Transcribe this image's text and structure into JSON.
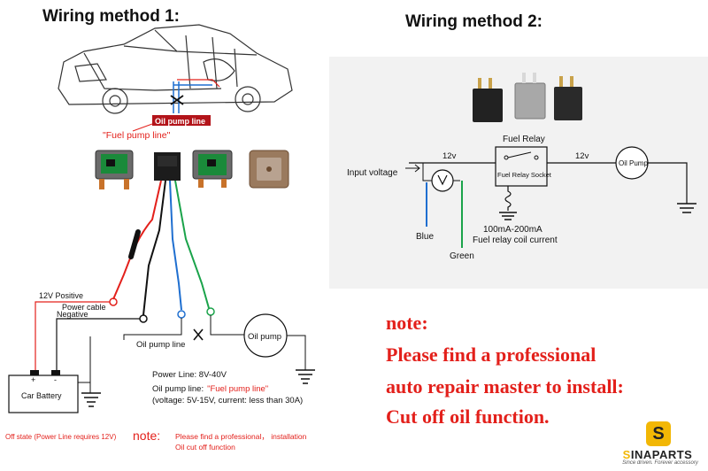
{
  "method1": {
    "title": "Wiring method 1:",
    "oil_pump_line_tag": "Oil pump line",
    "fuel_pump_line_quote": "\"Fuel pump line\"",
    "positive_12v": "12V Positive",
    "power_cable": "Power cable",
    "negative": "Negative",
    "oil_pump_line": "Oil pump line",
    "oil_pump": "Oil pump",
    "car_battery": "Car Battery",
    "plus": "+",
    "minus": "-",
    "power_line": "Power Line: 8V-40V",
    "oil_pump_line_label": "Oil pump line:",
    "fuel_pump_line_red": "\"Fuel pump line\"",
    "voltage_note": "(voltage: 5V-15V, current: less than 30A)",
    "off_state": "Off state (Power Line requires 12V)",
    "note_label": "note:",
    "note_text_1": "Please find a professional， installation",
    "note_text_2": "Oil cut off function"
  },
  "method2": {
    "title": "Wiring method 2:",
    "fuel_relay": "Fuel Relay",
    "input_voltage": "Input voltage",
    "v12_left": "12v",
    "v12_right": "12v",
    "fuel_relay_socket": "Fuel Relay Socket",
    "oil_pump": "Oil Pump",
    "current_range": "100mA-200mA",
    "coil_current": "Fuel relay coil current",
    "blue": "Blue",
    "green": "Green"
  },
  "note": {
    "title": "note:",
    "line1": "Please find a professional",
    "line2": "auto repair master to install:",
    "line3": "Cut off oil function."
  },
  "brand": {
    "mark": "S",
    "name_accent": "S",
    "name_rest": "INAPARTS",
    "tagline": "Since driven. Forever accessory"
  },
  "colors": {
    "red": "#e3201b",
    "blue": "#1f6fd0",
    "green": "#1aa34a",
    "panel": "#f2f2f2",
    "accent": "#f2b705"
  }
}
